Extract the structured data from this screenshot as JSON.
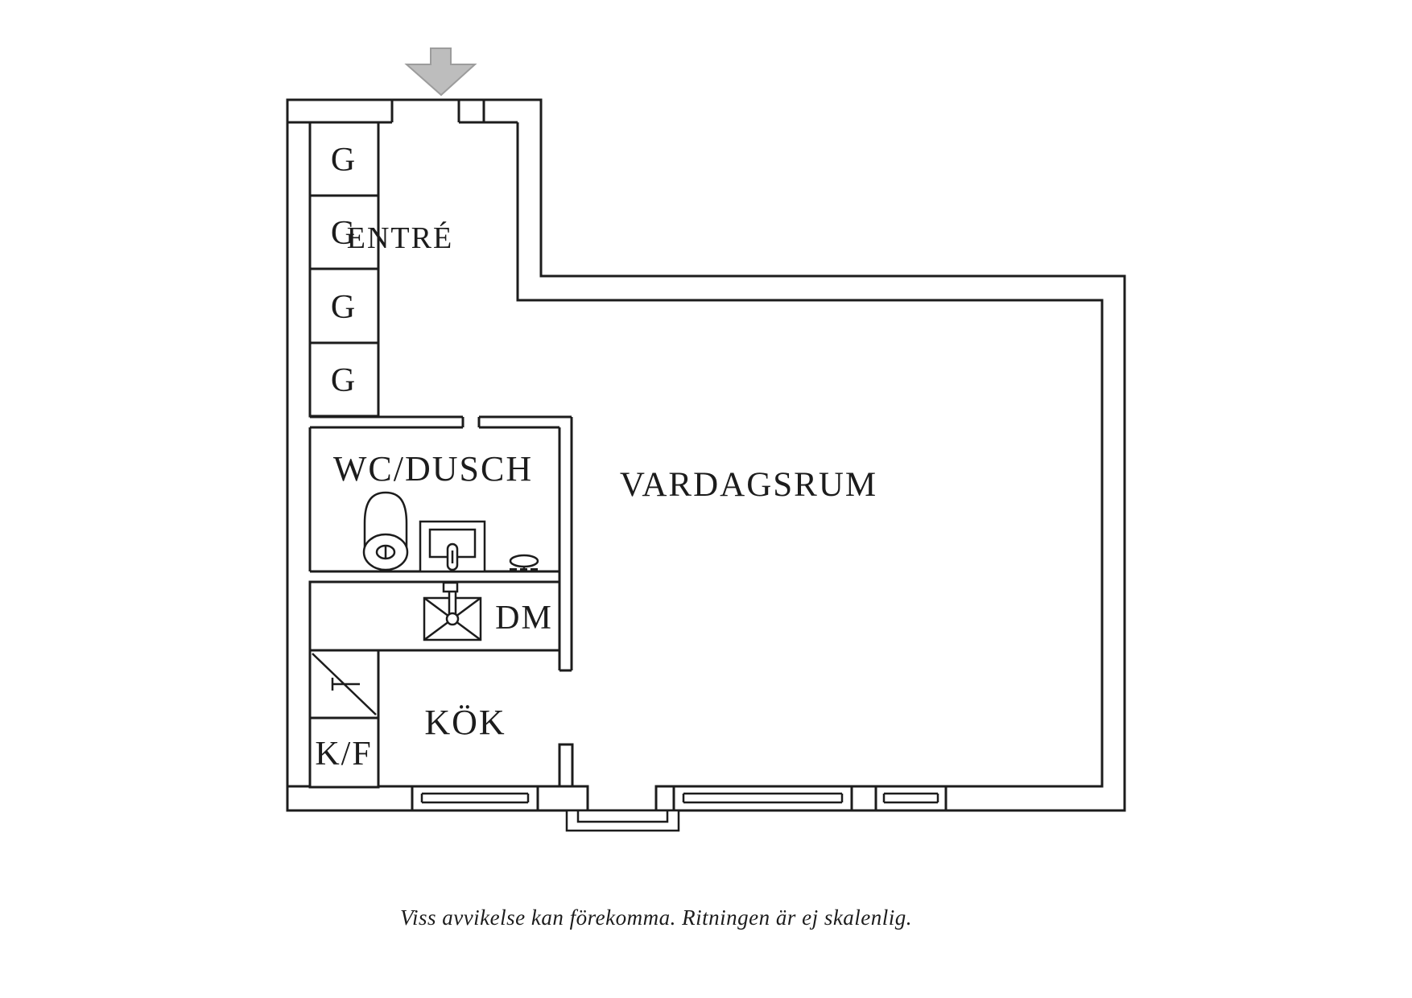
{
  "colors": {
    "line": "#1c1c1c",
    "arrow_fill": "#bdbdbd",
    "arrow_stroke": "#9c9c9c"
  },
  "plan": {
    "labels": {
      "entre": "ENTRÉ",
      "wc_dusch": "WC/DUSCH",
      "vardagsrum": "VARDAGSRUM",
      "kok": "KÖK",
      "dm": "DM",
      "kf": "K/F",
      "g": "G"
    },
    "icons": [
      "entrance-arrow-icon",
      "toilet-icon",
      "washbasin-icon",
      "shower-mixer-icon",
      "dishwasher-sink-icon",
      "door-swing-icon",
      "window-symbol",
      "balcony-door-threshold"
    ]
  },
  "caption": {
    "text": "Viss avvikelse kan förekomma. Ritningen är ej skalenlig."
  }
}
